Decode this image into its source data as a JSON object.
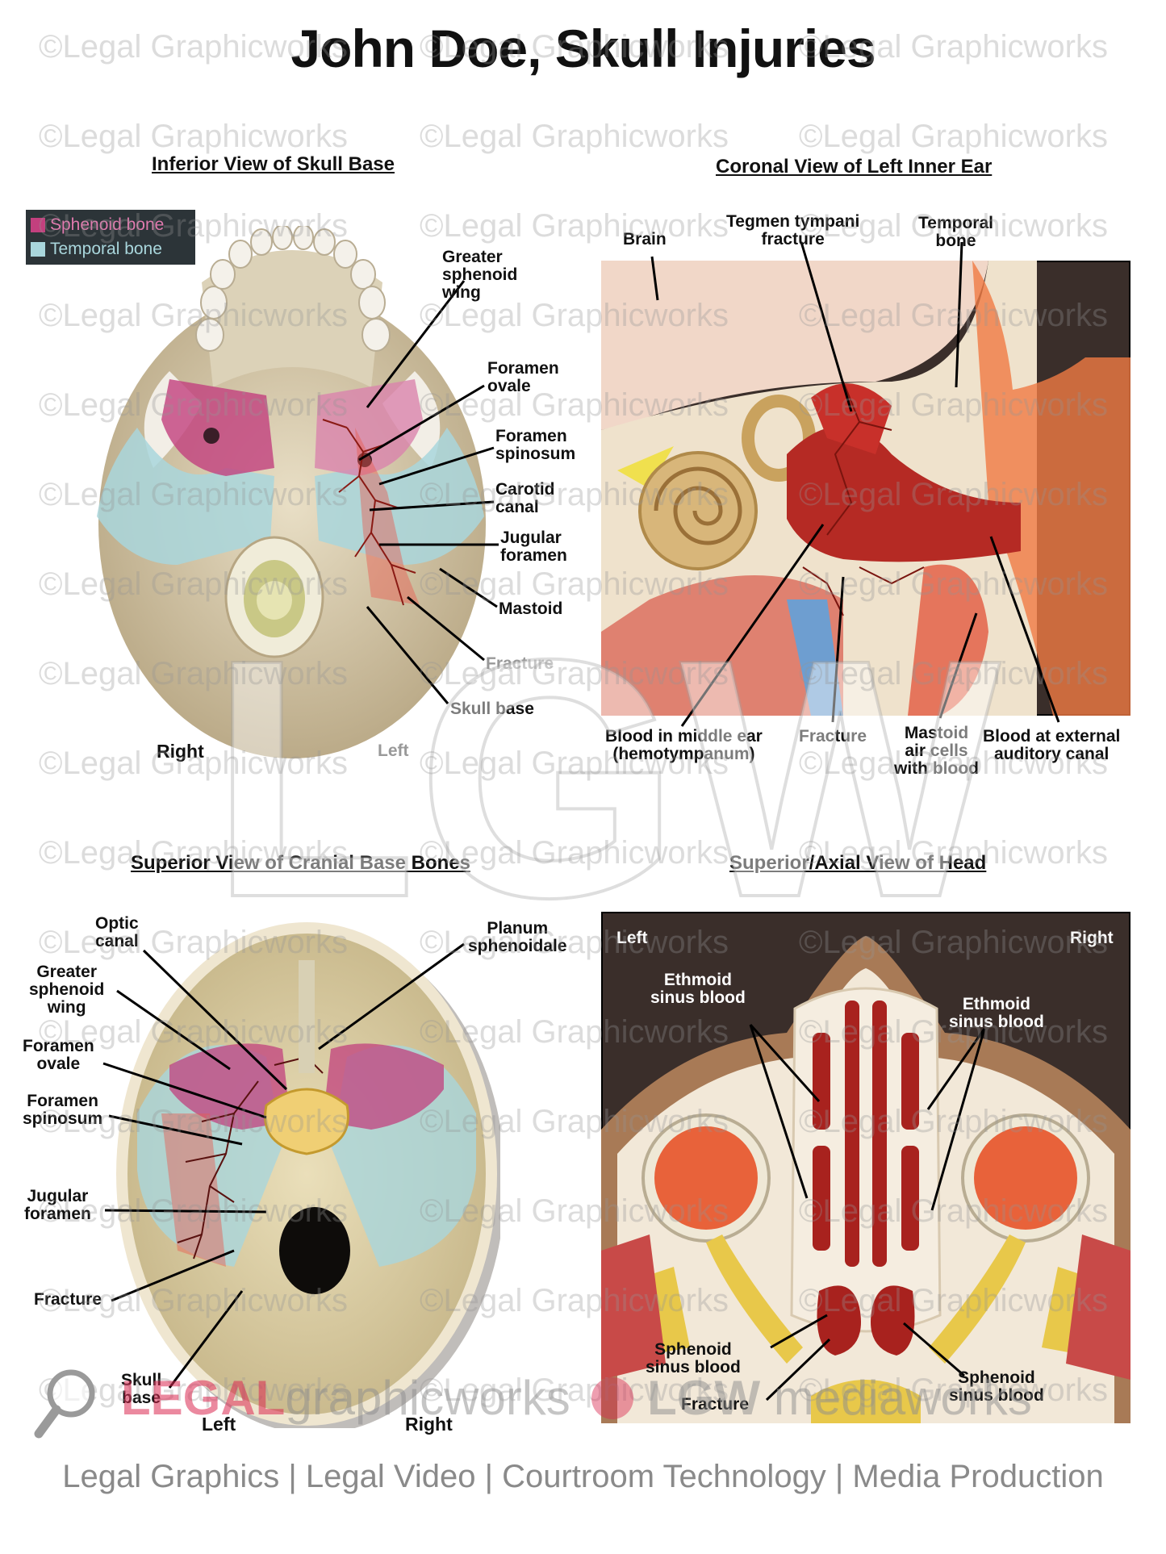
{
  "title": "John Doe, Skull Injuries",
  "watermark": "©Legal Graphicworks",
  "legend": [
    {
      "label": "Sphenoid bone",
      "color": "#c2407e"
    },
    {
      "label": "Temporal bone",
      "color": "#a9d6dc"
    }
  ],
  "panels": {
    "inferior": {
      "title": "Inferior View of Skull Base",
      "labels": {
        "greater_sphenoid_wing": "Greater\nsphenoid\nwing",
        "foramen_ovale": "Foramen\novale",
        "foramen_spinosum": "Foramen\nspinosum",
        "carotid_canal": "Carotid\ncanal",
        "jugular_foramen": "Jugular\nforamen",
        "mastoid": "Mastoid",
        "fracture": "Fracture",
        "skull_base": "Skull base",
        "right": "Right",
        "left": "Left"
      }
    },
    "coronal": {
      "title": "Coronal View of Left Inner Ear",
      "labels": {
        "brain": "Brain",
        "tegmen": "Tegmen tympani\nfracture",
        "temporal_bone": "Temporal\nbone",
        "blood_middle_ear": "Blood in middle ear\n(hemotympanum)",
        "fracture": "Fracture",
        "mastoid_cells": "Mastoid\nair cells\nwith blood",
        "blood_external": "Blood at external\nauditory canal"
      }
    },
    "superior_cranial": {
      "title": "Superior View of Cranial Base Bones",
      "labels": {
        "optic_canal": "Optic\ncanal",
        "planum": "Planum\nsphenoidale",
        "greater_sphenoid_wing": "Greater\nsphenoid\nwing",
        "foramen_ovale": "Foramen\novale",
        "foramen_spinosum": "Foramen\nspinosum",
        "jugular_foramen": "Jugular\nforamen",
        "fracture": "Fracture",
        "skull_base": "Skull\nbase",
        "left": "Left",
        "right": "Right"
      }
    },
    "axial_head": {
      "title": "Superior/Axial View of Head",
      "labels": {
        "left": "Left",
        "right": "Right",
        "ethmoid_left": "Ethmoid\nsinus blood",
        "ethmoid_right": "Ethmoid\nsinus blood",
        "sphenoid_left": "Sphenoid\nsinus blood",
        "sphenoid_right": "Sphenoid\nsinus blood",
        "fracture": "Fracture"
      }
    }
  },
  "brand": {
    "legal": "LEGAL",
    "graphicworks": "graphicworks",
    "lgw": "LGW",
    "mediaworks": "mediaworks",
    "big_mark": "LGW"
  },
  "footer": "Legal Graphics | Legal Video | Courtroom Technology | Media Production"
}
